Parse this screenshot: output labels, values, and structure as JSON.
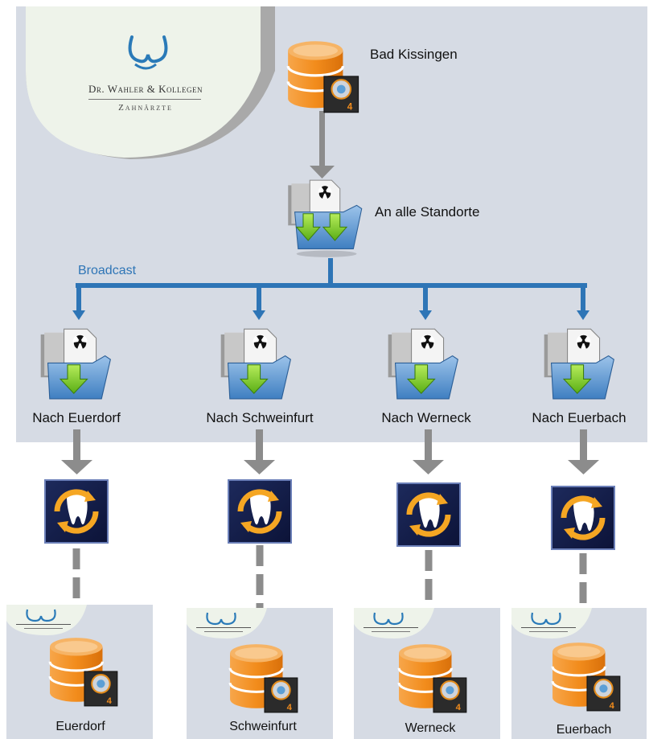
{
  "brand": {
    "name_line1": "Dr. Wahler & Kollegen",
    "name_line2": "Zahnärzte"
  },
  "source": {
    "label": "Bad Kissingen",
    "badge": "4"
  },
  "hub": {
    "label": "An alle Standorte"
  },
  "broadcast": {
    "label": "Broadcast"
  },
  "targets": [
    {
      "folder_label": "Nach Euerdorf",
      "location": "Euerdorf",
      "badge": "4"
    },
    {
      "folder_label": "Nach Schweinfurt",
      "location": "Schweinfurt",
      "badge": "4"
    },
    {
      "folder_label": "Nach Werneck",
      "location": "Werneck",
      "badge": "4"
    },
    {
      "folder_label": "Nach Euerbach",
      "location": "Euerbach",
      "badge": "4"
    }
  ],
  "colors": {
    "panel": "#d6dbe4",
    "broadcast_blue": "#2e75b6",
    "arrow_gray": "#8c8c8c",
    "db_orange": "#f28c1c",
    "logo_blue": "#2a7ab8"
  },
  "icons": {
    "database": "database-icon",
    "broadcast_folder": "radioactive-folder-icon",
    "sync": "tooth-sync-icon"
  }
}
